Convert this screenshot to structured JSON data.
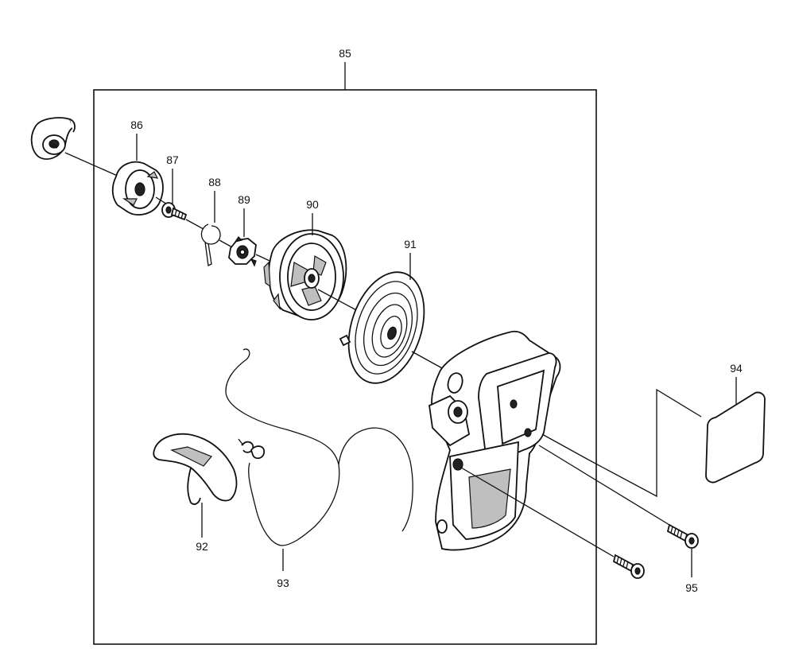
{
  "callouts": {
    "c85": "85",
    "c86": "86",
    "c87": "87",
    "c88": "88",
    "c89": "89",
    "c90": "90",
    "c91": "91",
    "c92": "92",
    "c93": "93",
    "c94": "94",
    "c95": "95"
  }
}
